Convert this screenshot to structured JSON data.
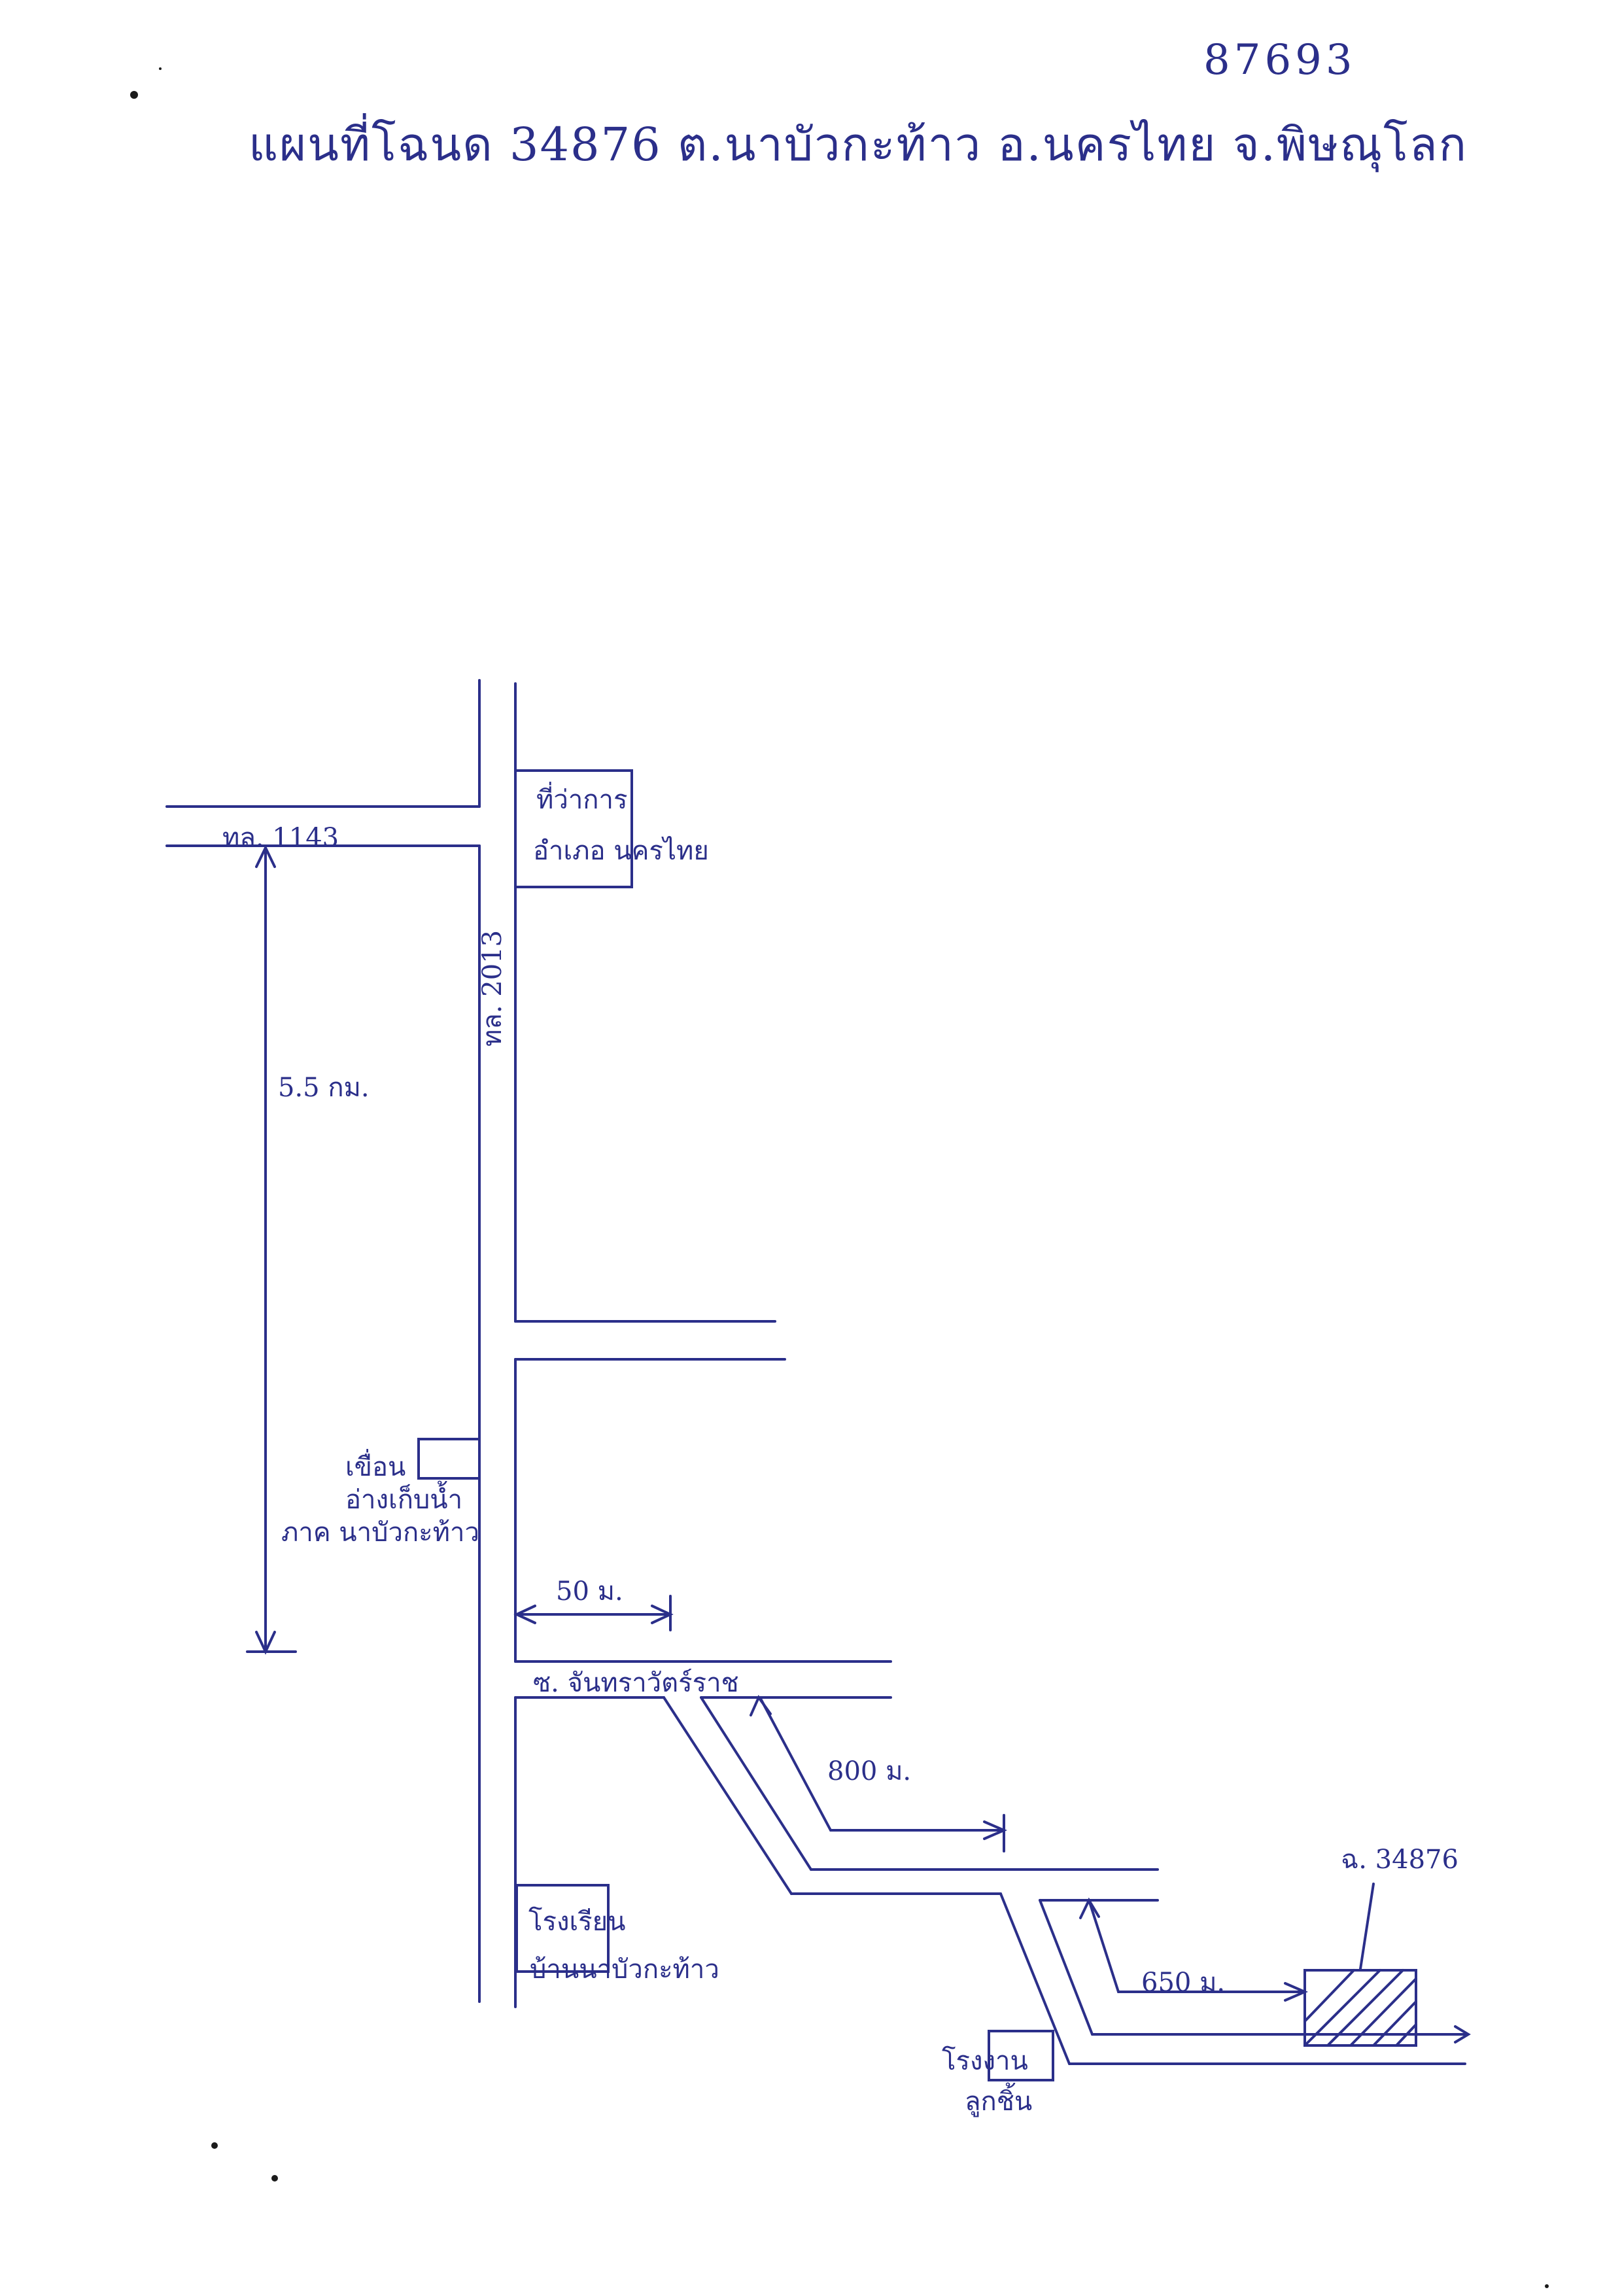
{
  "document": {
    "number": "87693",
    "title": "แผนที่โฉนด 34876 ต.นาบัวกะท้าว อ.นครไทย จ.พิษณุโลก"
  },
  "roads": {
    "road_1143": "ทล. 1143",
    "road_2013": "ทล. 2013",
    "side_road": "ซ. จันทราวัตร์ราช"
  },
  "landmarks": {
    "district_office_line1": "ที่ว่าการ",
    "district_office_line2": "อำเภอ นครไทย",
    "water_line1": "เขื่อน",
    "water_line2": "อ่างเก็บน้ำ",
    "water_line3": "ภาค นาบัวกะท้าว",
    "school_line1": "โรงเรียน",
    "school_line2": "บ้านนาบัวกะท้าว",
    "factory_line1": "โรงงาน",
    "factory_line2": "ลูกชิ้น",
    "parcel": "ฉ. 34876"
  },
  "distances": {
    "main": "5.5 กม.",
    "short": "50 ม.",
    "mid": "800 ม.",
    "last": "650 ม."
  }
}
